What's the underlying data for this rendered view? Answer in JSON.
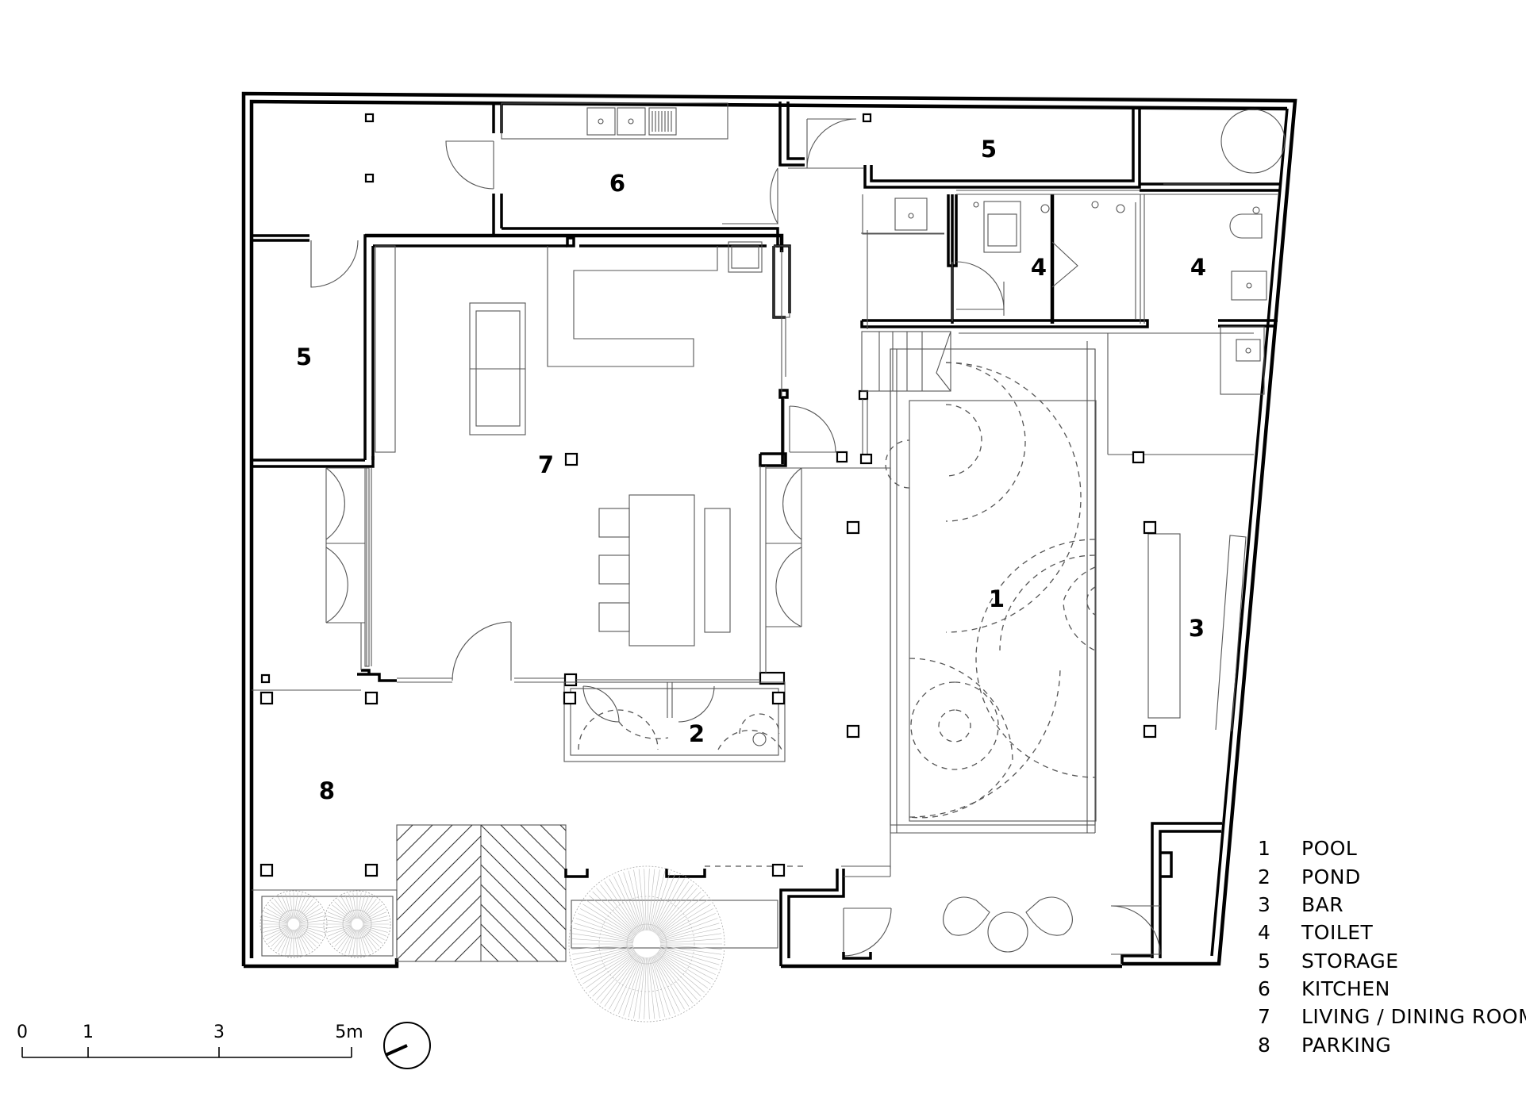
{
  "rooms": [
    {
      "num": "1"
    },
    {
      "num": "2"
    },
    {
      "num": "3"
    },
    {
      "num": "4"
    },
    {
      "num": "4"
    },
    {
      "num": "5"
    },
    {
      "num": "5"
    },
    {
      "num": "6"
    },
    {
      "num": "7"
    },
    {
      "num": "8"
    }
  ],
  "legend": [
    {
      "num": "1",
      "label": "POOL"
    },
    {
      "num": "2",
      "label": "POND"
    },
    {
      "num": "3",
      "label": "BAR"
    },
    {
      "num": "4",
      "label": "TOILET"
    },
    {
      "num": "5",
      "label": "STORAGE"
    },
    {
      "num": "6",
      "label": "KITCHEN"
    },
    {
      "num": "7",
      "label": "LIVING / DINING ROOM"
    },
    {
      "num": "8",
      "label": "PARKING"
    }
  ],
  "scale_bar": {
    "ticks": [
      "0",
      "1",
      "3",
      "5m"
    ]
  },
  "north_arrow": {
    "icon": "north-arrow-icon"
  }
}
